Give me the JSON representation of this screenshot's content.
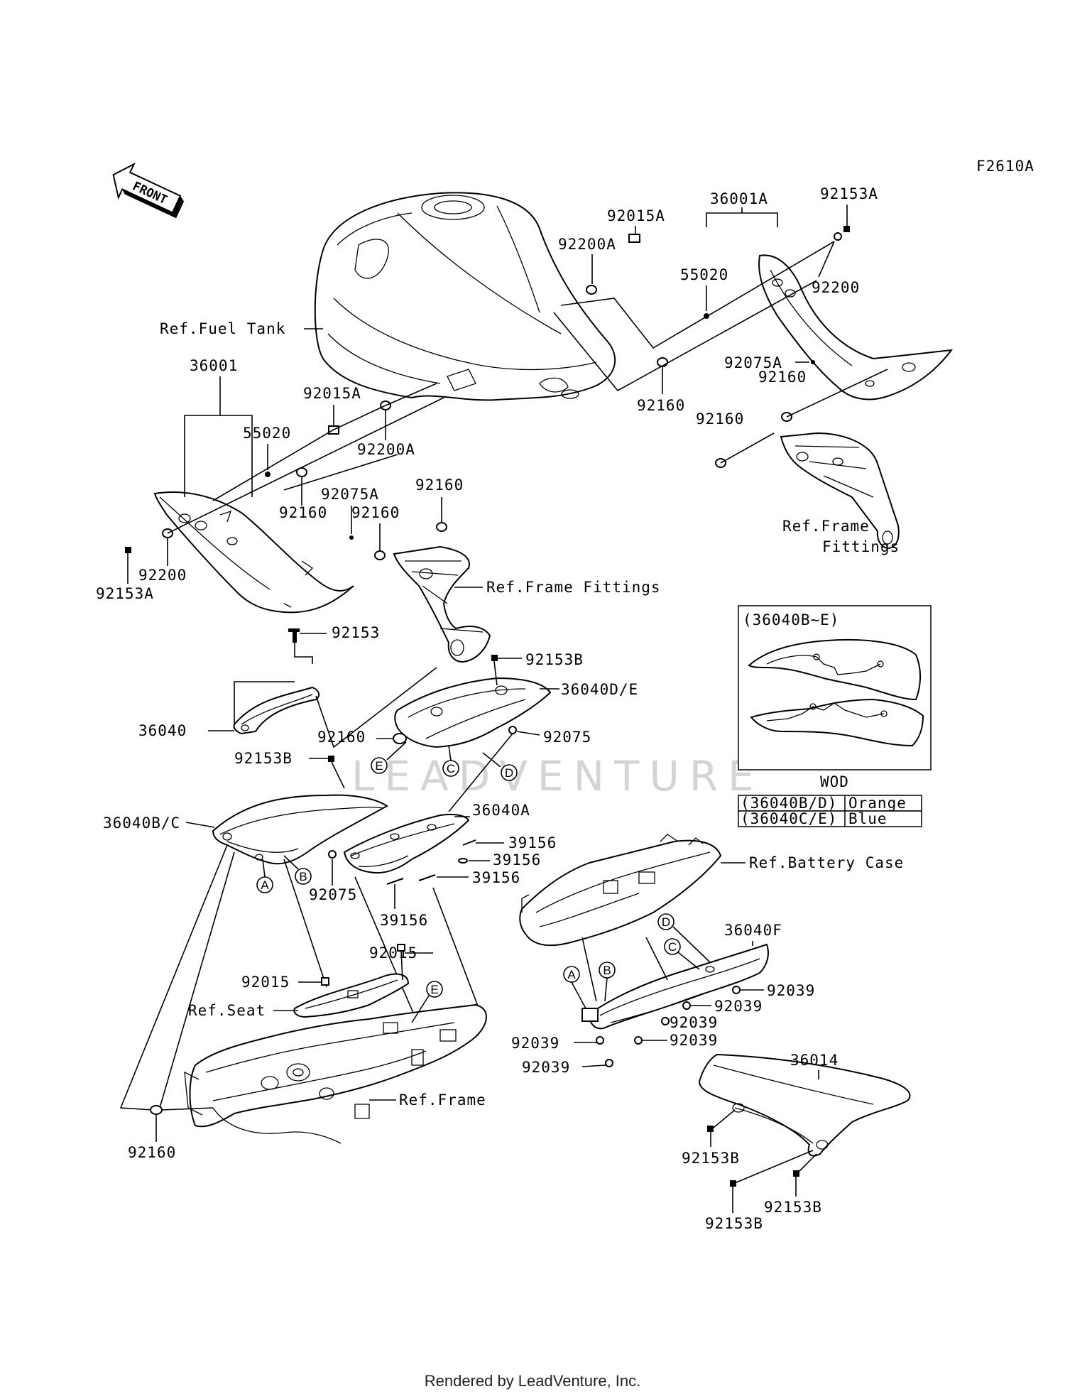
{
  "figure_id": "F2610A",
  "front_label": "FRONT",
  "watermark": "LEADVENTURE",
  "footer": "Rendered by LeadVenture, Inc.",
  "callouts": {
    "c1": "Ref.Fuel Tank",
    "c2": "36001",
    "c3": "36001A",
    "c4": "92153A",
    "c5": "92015A",
    "c6": "92200A",
    "c7": "55020",
    "c8": "92200",
    "c9": "92075A",
    "c10": "92160",
    "c11": "92160",
    "c12": "92160",
    "c13": "Ref.Frame",
    "c14": "Fittings",
    "c15": "92015A",
    "c16": "55020",
    "c17": "92200A",
    "c18": "92075A",
    "c19": "92160",
    "c20": "92160",
    "c21": "92160",
    "c22": "92200",
    "c23": "92153A",
    "c24": "Ref.Frame Fittings",
    "c25": "92153",
    "c26": "92153B",
    "c27": "36040D/E",
    "c28": "36040",
    "c29": "92160",
    "c30": "92075",
    "c31": "92153B",
    "c32": "36040A",
    "c33": "36040B/C",
    "c34": "39156",
    "c35": "39156",
    "c36": "39156",
    "c37": "39156",
    "c38": "92075",
    "c39": "92015",
    "c40": "92015",
    "c41": "Ref.Seat",
    "c42": "Ref.Frame",
    "c43": "92160",
    "c44": "Ref.Battery Case",
    "c45": "36040F",
    "c46": "92039",
    "c47": "92039",
    "c48": "92039",
    "c49": "92039",
    "c50": "92039",
    "c51": "92039",
    "c52": "36014",
    "c53": "92153B",
    "c54": "92153B",
    "c55": "92153B",
    "m_a1": "A",
    "m_b1": "B",
    "m_e1": "E",
    "m_c1": "C",
    "m_d1": "D",
    "m_e2": "E",
    "m_d2": "D",
    "m_c2": "C",
    "m_a2": "A",
    "m_b2": "B"
  },
  "inset": {
    "title": "(36040B~E)",
    "code": "WOD",
    "rows": [
      {
        "part": "(36040B/D)",
        "color": "Orange"
      },
      {
        "part": "(36040C/E)",
        "color": "Blue"
      }
    ]
  }
}
